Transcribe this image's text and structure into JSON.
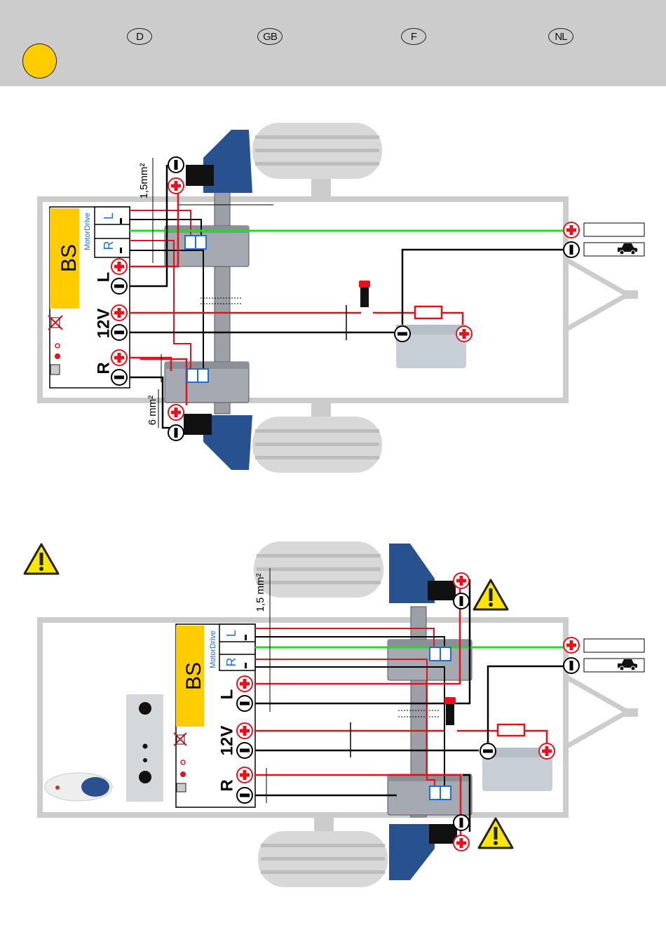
{
  "header": {
    "languages": [
      "D",
      "GB",
      "F",
      "NL"
    ],
    "marker_color": "#ffcc00"
  },
  "colors": {
    "positive_wire": "#e8101a",
    "negative_wire": "#000000",
    "signal_wire": "#22dd22",
    "motor_box_label": "#1a6fd8",
    "control_box": "#ffcc00",
    "chassis": "#cccccc"
  },
  "diagram_top": {
    "control_unit": {
      "name": "BS",
      "motordrive_label": "MotorDrive",
      "motor_ports": [
        "L",
        "R"
      ],
      "terminal_groups": [
        "L",
        "12V",
        "R"
      ],
      "polarity_symbols": [
        "+",
        "-"
      ]
    },
    "cable_labels": [
      "1,5mm²",
      "6 mm²"
    ],
    "vehicle_terminals": [
      {
        "polarity": "+",
        "label": ""
      },
      {
        "polarity": "-",
        "icon": "car-icon"
      }
    ],
    "battery": {
      "terminals": [
        "-",
        "+"
      ],
      "fuse": true,
      "isolator_switch": true
    }
  },
  "diagram_bottom": {
    "control_unit": {
      "name": "BS",
      "motordrive_label": "MotorDrive",
      "motor_ports": [
        "L",
        "R"
      ],
      "terminal_groups": [
        "L",
        "12V",
        "R"
      ]
    },
    "cable_labels": [
      "1,5 mm²"
    ],
    "warnings": [
      "warning-icon",
      "warning-icon",
      "warning-icon"
    ],
    "remote_control": true,
    "vehicle_terminals": [
      {
        "polarity": "+",
        "label": ""
      },
      {
        "polarity": "-",
        "icon": "car-icon"
      }
    ],
    "battery": {
      "terminals": [
        "-",
        "+"
      ],
      "fuse": true,
      "isolator_switch": true
    }
  }
}
